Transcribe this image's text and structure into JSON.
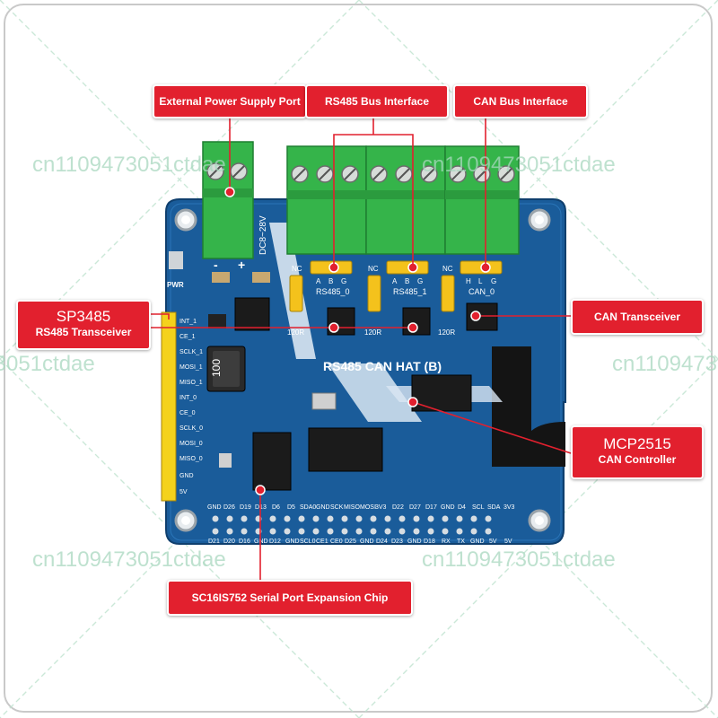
{
  "board": {
    "title": "RS485 CAN HAT (B)",
    "input_voltage": "DC8~28V",
    "pwr_label": "PWR",
    "polarity_minus": "-",
    "polarity_plus": "+",
    "inductor_code": "100",
    "rs485_0_label": "RS485_0",
    "rs485_1_label": "RS485_1",
    "can_0_label": "CAN_0",
    "nc_label": "NC",
    "term_label": "120R",
    "abg_pins": [
      "A",
      "B",
      "G"
    ],
    "hlg_pins": [
      "H",
      "L",
      "G"
    ],
    "left_header_pins": [
      "INT_1",
      "CE_1",
      "SCLK_1",
      "MOSI_1",
      "MISO_1",
      "INT_0",
      "CE_0",
      "SCLK_0",
      "MOSI_0",
      "MISO_0",
      "GND",
      "5V"
    ],
    "top_row_pins": [
      "GND",
      "D26",
      "D19",
      "D13",
      "D6",
      "D5",
      "SDA0",
      "GND",
      "SCK",
      "MISO",
      "MOSI",
      "3V3",
      "D22",
      "D27",
      "D17",
      "GND",
      "D4",
      "SCL",
      "SDA",
      "3V3"
    ],
    "bottom_row_pins": [
      "D21",
      "D20",
      "D16",
      "GND",
      "D12",
      "GND",
      "SCL0",
      "CE1",
      "CE0",
      "D25",
      "GND",
      "D24",
      "D23",
      "GND",
      "D18",
      "RX",
      "TX",
      "GND",
      "5V",
      "5V"
    ]
  },
  "callouts": {
    "power": "External Power Supply Port",
    "rs485": "RS485 Bus Interface",
    "can": "CAN Bus Interface",
    "sp3485_title": "SP3485",
    "sp3485_sub": "RS485 Transceiver",
    "can_transceiver": "CAN Transceiver",
    "mcp_title": "MCP2515",
    "mcp_sub": "CAN Controller",
    "sc16": "SC16IS752 Serial Port Expansion Chip"
  },
  "watermark": "cn1109473051ctdae",
  "colors": {
    "callout_red": "#e2202e",
    "pcb_blue": "#1a5c9a",
    "terminal_green": "#35b44a",
    "header_yellow": "#f4d21c",
    "watermark_green": "#a9d8bf"
  }
}
